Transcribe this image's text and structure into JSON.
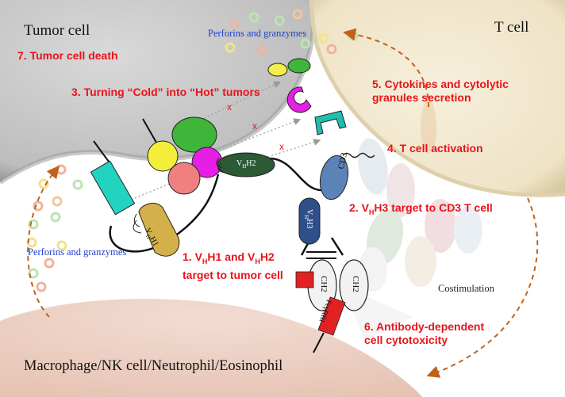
{
  "cells": {
    "tumor": "Tumor cell",
    "tcell": "T cell",
    "effector": "Macrophage/NK cell/Neutrophil/Eosinophil"
  },
  "granule_labels": {
    "top": "Perforins and granzymes",
    "left": "Perforins and granzymes"
  },
  "steps": {
    "s1_line1_pre": "1. V",
    "s1_sub1": "H",
    "s1_line1_mid": "H1 and V",
    "s1_sub2": "H",
    "s1_line1_post": "H2",
    "s1_line2": "target to tumor cell",
    "s2_pre": "2. V",
    "s2_sub": "H",
    "s2_post": "H3 target to CD3 T cell",
    "s3": "3. Turning “Cold” into “Hot” tumors",
    "s4": "4. T cell activation",
    "s5_line1": "5. Cytokines and cytolytic",
    "s5_line2": "granules secretion",
    "s6_line1": "6. Antibody-dependent",
    "s6_line2": "cell cytotoxicity",
    "s7": "7. Tumor cell death"
  },
  "costim": "Costimulation",
  "domains": {
    "vhh1_pre": "V",
    "vhh1_sub": "H",
    "vhh1_post": "H1",
    "vhh2_pre": "V",
    "vhh2_sub": "H",
    "vhh2_post": "H2",
    "vhh3_pre": "V",
    "vhh3_sub": "H",
    "vhh3_post": "H3",
    "cd3": "CD3",
    "ch2_left": "CH2",
    "ch2_right": "CH2",
    "fcgr": "FcγRIII"
  },
  "inhibition_mark": "x",
  "colors": {
    "tumor_cell": "#c9c9c9",
    "t_cell": "#f3ead3",
    "effector_cell": "#f1d6cb",
    "step_text": "#e8141b",
    "granule_text": "#1f3ec9",
    "arrow": "#c0621b"
  }
}
